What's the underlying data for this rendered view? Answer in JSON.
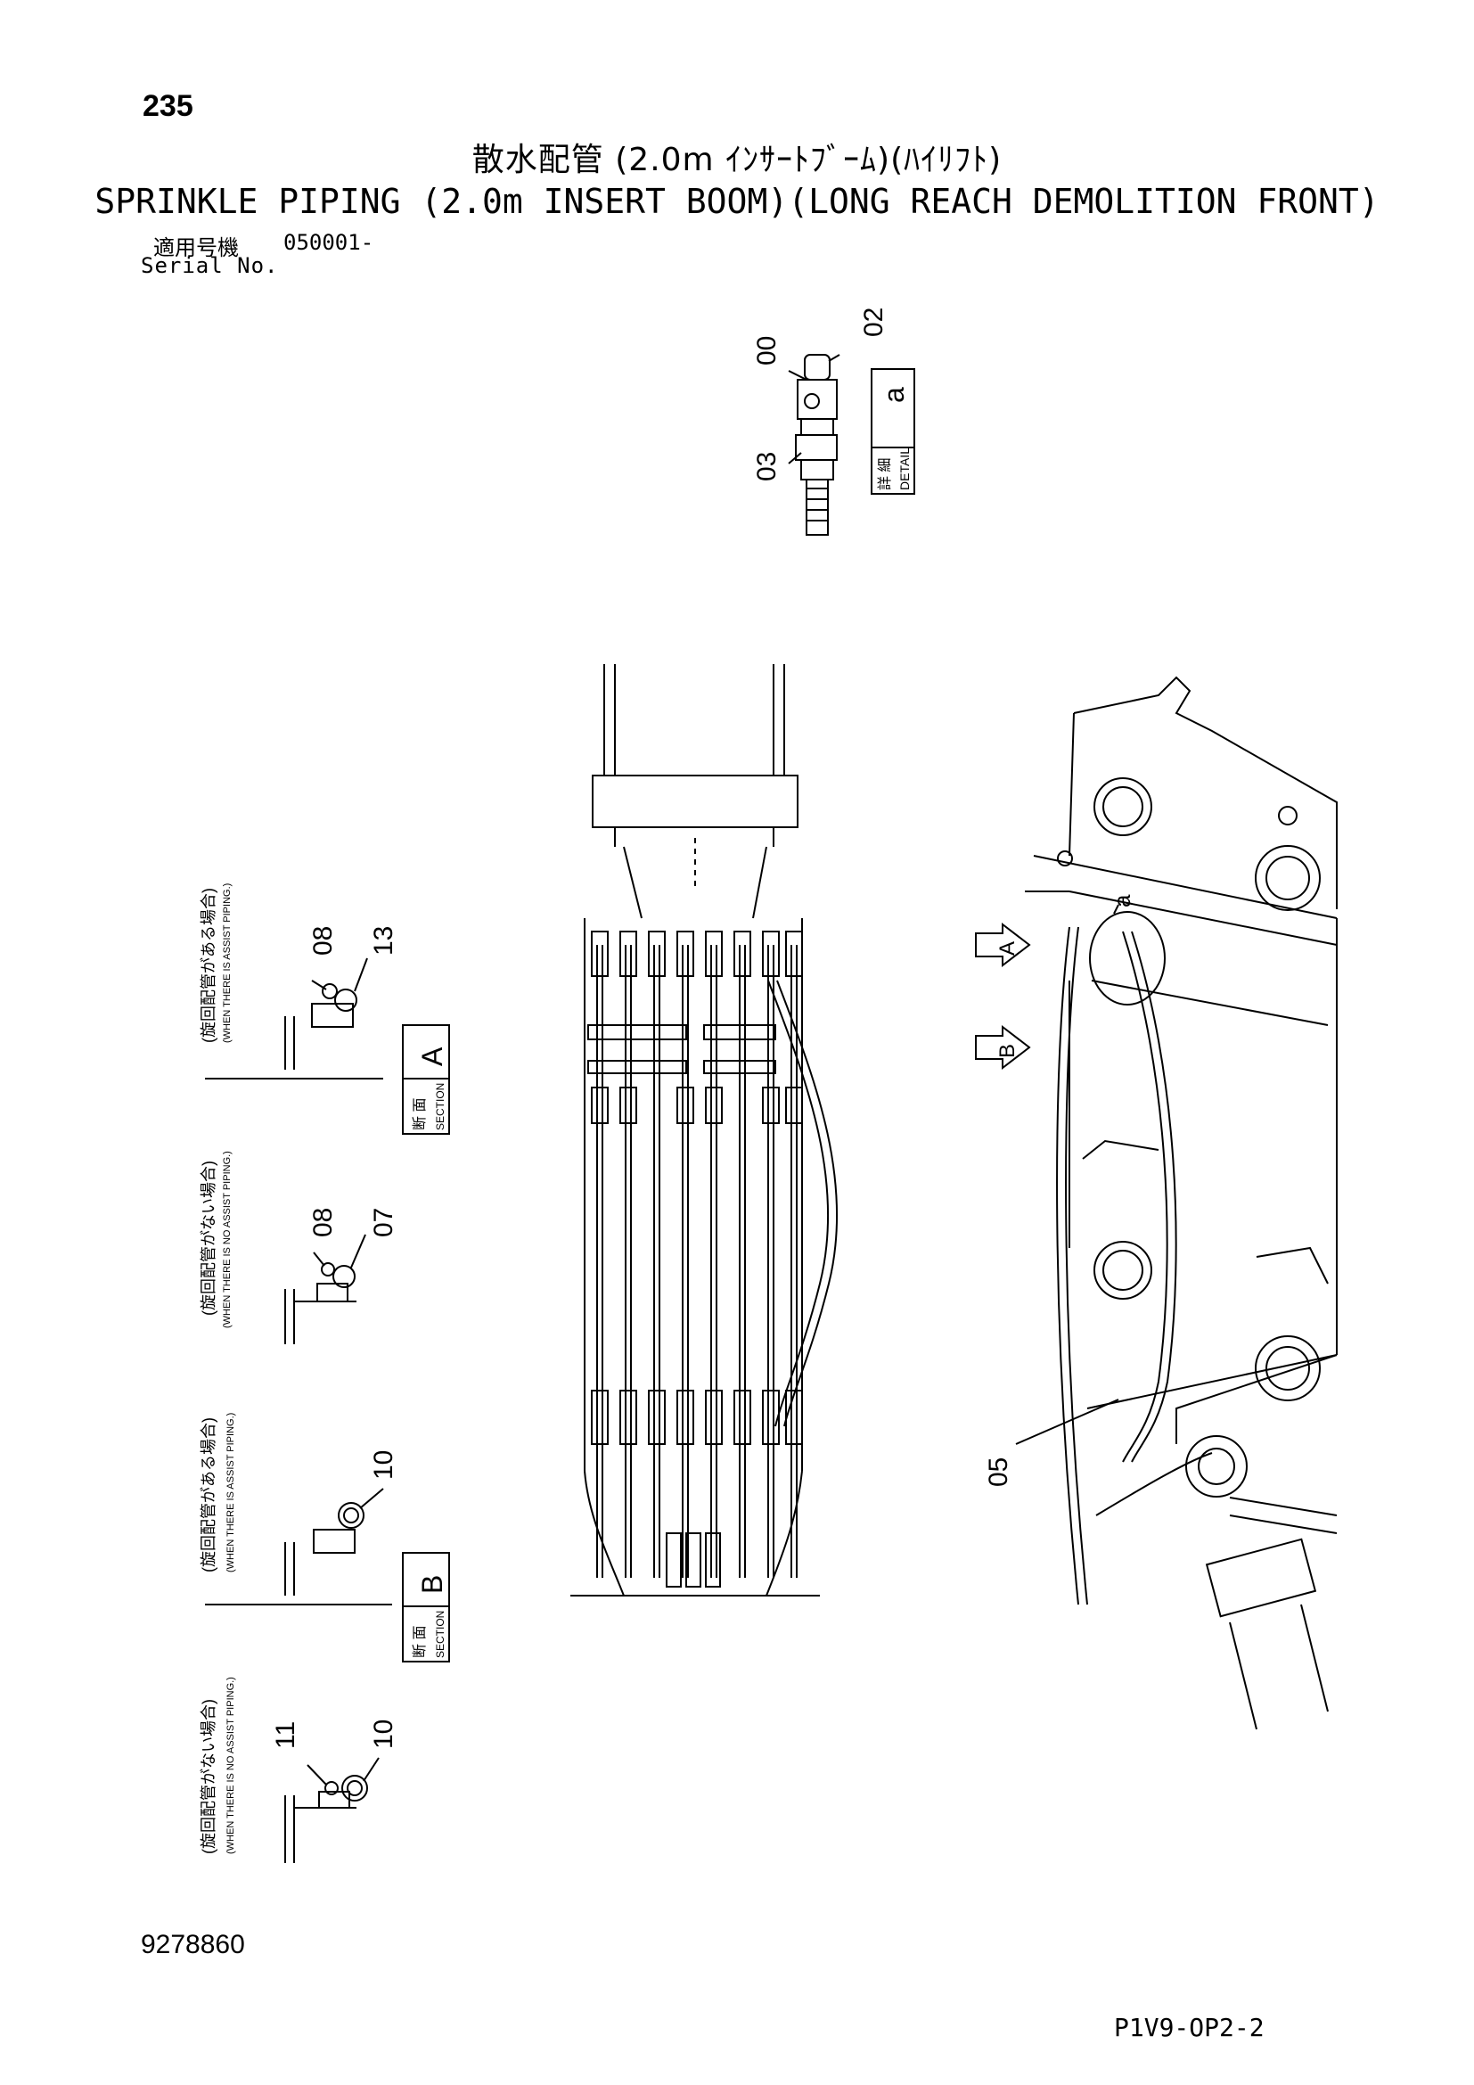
{
  "page_number": "235",
  "title_jp": "散水配管 (2.0m ｲﾝｻｰﾄﾌﾞｰﾑ)(ﾊｲﾘﾌﾄ)",
  "title_en": "SPRINKLE PIPING (2.0m INSERT BOOM)(LONG REACH DEMOLITION FRONT)",
  "serial_label_jp": "適用号機",
  "serial_value": "050001-",
  "serial_label_en": "Serial No.",
  "detail": {
    "label_jp": "詳 細",
    "label_en": "DETAIL",
    "letter": "a",
    "parts": [
      "00",
      "02",
      "03"
    ]
  },
  "sections": [
    {
      "label_jp": "断 面",
      "label_en": "SECTION",
      "letter": "A"
    },
    {
      "label_jp": "断 面",
      "label_en": "SECTION",
      "letter": "B"
    }
  ],
  "section_views": [
    {
      "note_jp": "(旋回配管がある場合)",
      "note_en": "(WHEN THERE IS ASSIST PIPING.)",
      "parts": [
        "08",
        "13"
      ]
    },
    {
      "note_jp": "(旋回配管がない場合)",
      "note_en": "(WHEN THERE IS NO ASSIST PIPING.)",
      "parts": [
        "08",
        "07"
      ]
    },
    {
      "note_jp": "(旋回配管がある場合)",
      "note_en": "(WHEN THERE IS ASSIST PIPING.)",
      "parts": [
        "10"
      ]
    },
    {
      "note_jp": "(旋回配管がない場合)",
      "note_en": "(WHEN THERE IS NO ASSIST PIPING.)",
      "parts": [
        "11",
        "10"
      ]
    }
  ],
  "view_arrows": [
    "A",
    "B"
  ],
  "side_view_labels": {
    "detail_ref": "a",
    "part": "05"
  },
  "document_number": "9278860",
  "figure_code": "P1V9-OP2-2"
}
